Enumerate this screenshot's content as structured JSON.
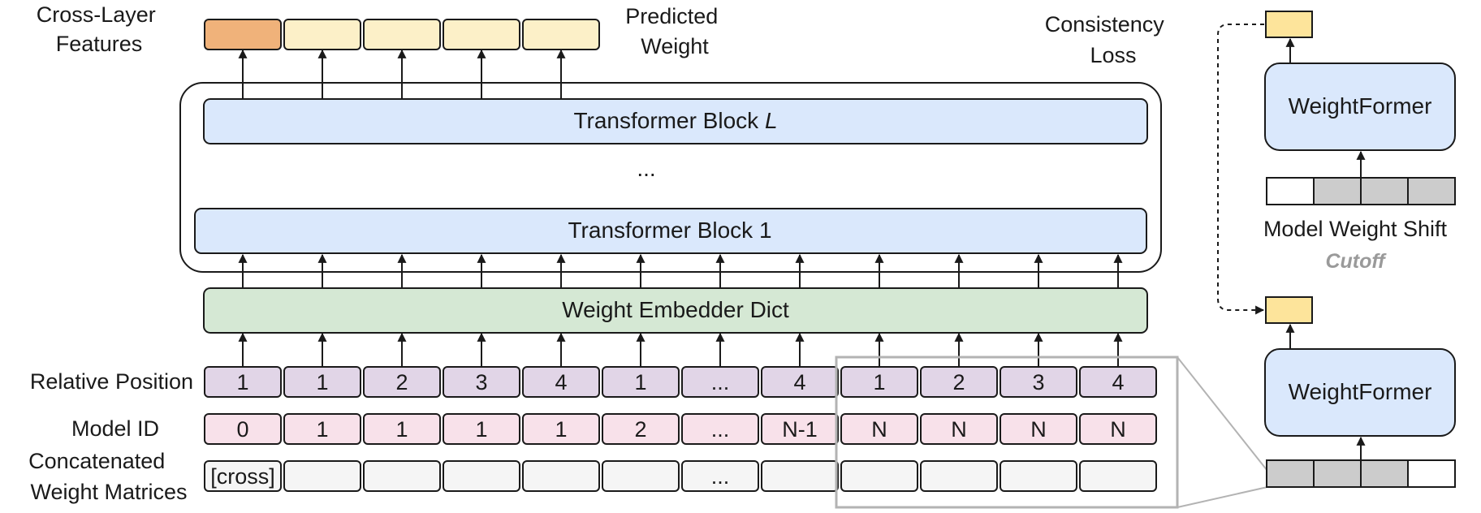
{
  "labels": {
    "cross_layer_features": [
      "Cross-Layer",
      "Features"
    ],
    "predicted_weight": [
      "Predicted",
      "Weight"
    ],
    "consistency_loss": [
      "Consistency",
      "Loss"
    ],
    "relative_position": "Relative Position",
    "model_id": "Model ID",
    "concatenated_weight_matrices": [
      "Concatenated",
      "Weight Matrices"
    ],
    "model_weight_shift": "Model Weight Shift",
    "cutoff": "Cutoff"
  },
  "blocks": {
    "transformer_block_l": "Transformer Block ",
    "transformer_block_l_var": "L",
    "ellipsis": "...",
    "transformer_block_1": "Transformer Block 1",
    "weight_embedder_dict": "Weight Embedder Dict"
  },
  "rows": {
    "relative_position": [
      "1",
      "1",
      "2",
      "3",
      "4",
      "1",
      "...",
      "4",
      "1",
      "2",
      "3",
      "4"
    ],
    "model_id": [
      "0",
      "1",
      "1",
      "1",
      "1",
      "2",
      "...",
      "N-1",
      "N",
      "N",
      "N",
      "N"
    ],
    "weight_matrices": [
      "[cross]",
      "",
      "",
      "",
      "",
      "",
      "...",
      "",
      "",
      "",
      "",
      ""
    ]
  },
  "right_panel": {
    "weightformer_top": "WeightFormer",
    "weightformer_bottom": "WeightFormer"
  },
  "colors": {
    "output_first": "#f0b27a",
    "output_rest": "#fcf0c8",
    "output_small": "#fde49b",
    "transformer_fill": "#dae8fc",
    "embedder_fill": "#d5e8d4",
    "position_fill": "#e1d5e7",
    "model_id_fill": "#f8e1ea",
    "weight_fill": "#f5f5f5",
    "shift_gray": "#cccccc",
    "highlight_stroke": "#b3b3b3"
  }
}
